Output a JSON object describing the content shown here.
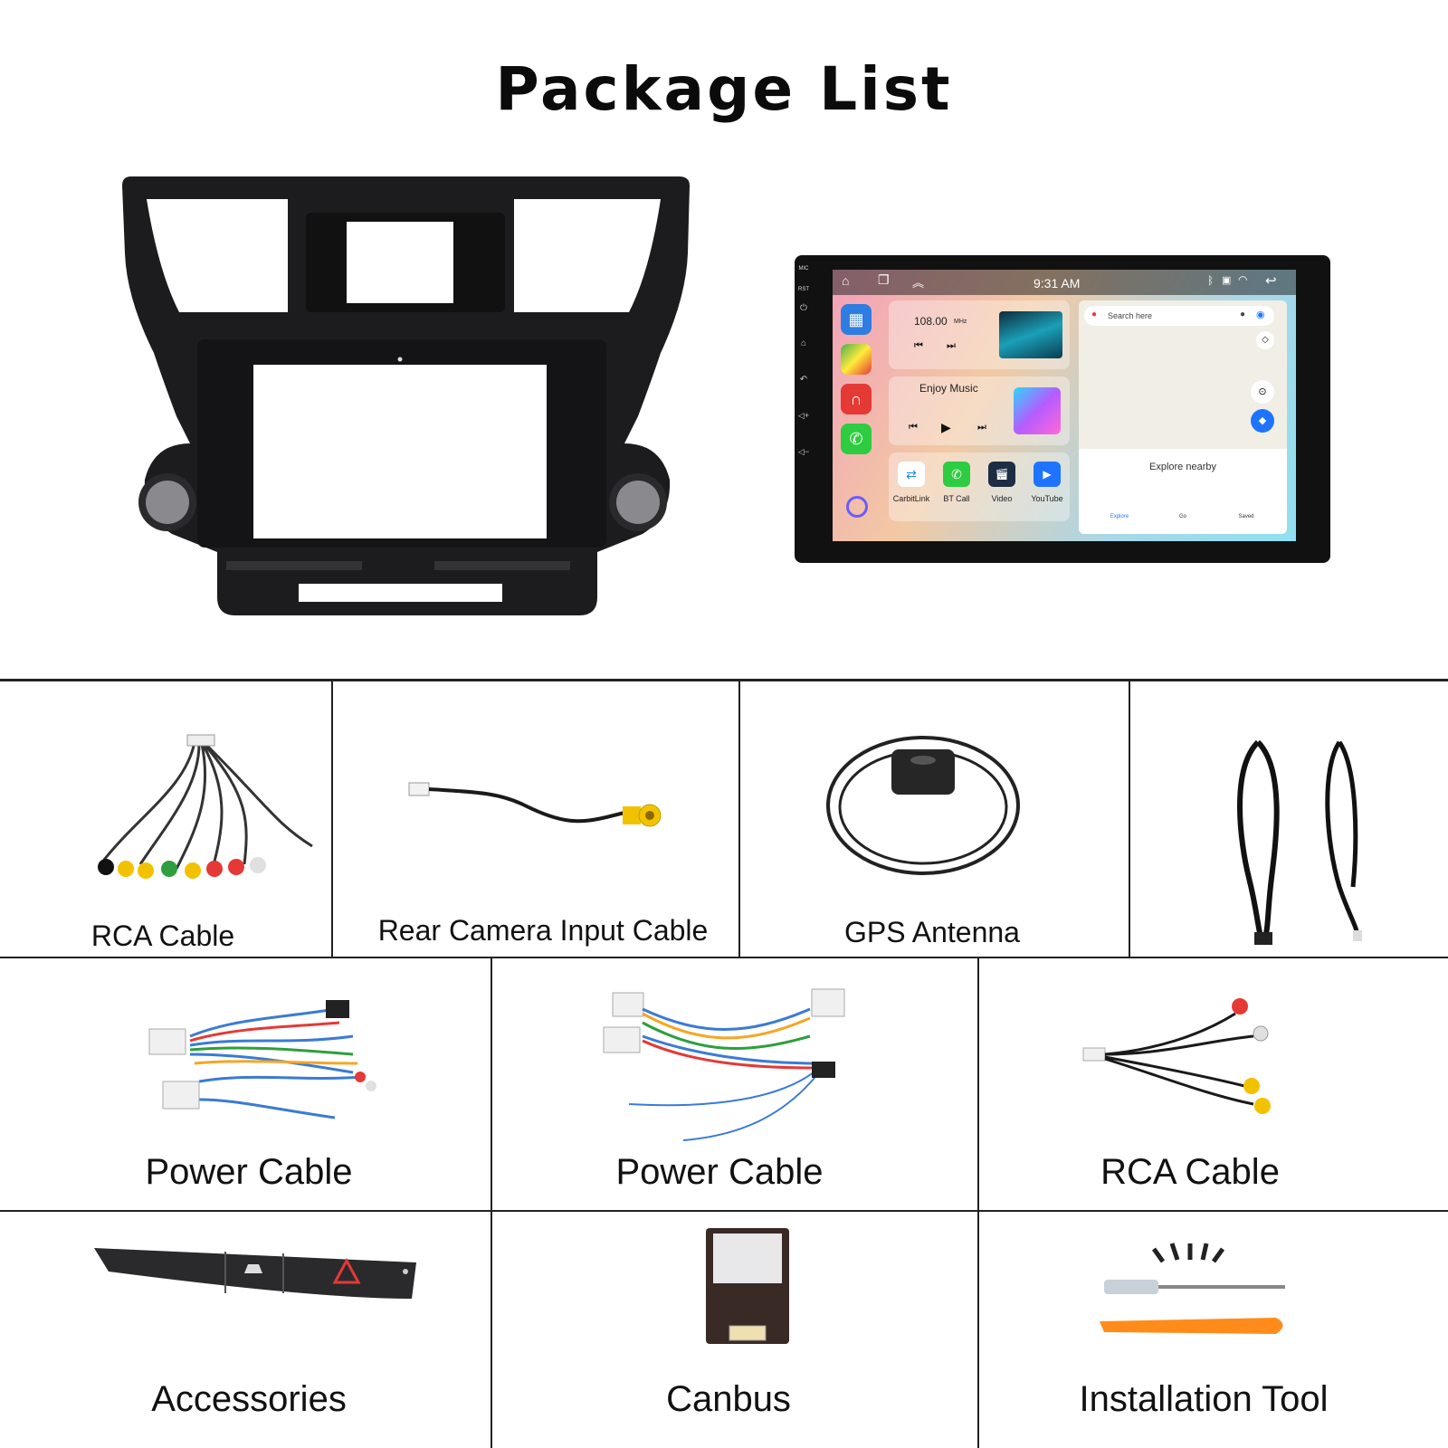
{
  "title": "Package List",
  "screen": {
    "side_labels": [
      "MIC",
      "RST"
    ],
    "clock": "9:31 AM",
    "radio_freq": "108.00",
    "radio_unit": "MHz",
    "music_label": "Enjoy Music",
    "apps": [
      "CarbitLink",
      "BT Call",
      "Video",
      "YouTube"
    ],
    "search_placeholder": "Search here",
    "explore_label": "Explore nearby",
    "map_tabs": [
      "Explore",
      "Go",
      "Saved"
    ]
  },
  "row1": [
    "RCA Cable",
    "Rear Camera Input Cable",
    "GPS Antenna",
    ""
  ],
  "row2": [
    "Power Cable",
    "Power Cable",
    "RCA Cable"
  ],
  "row3": [
    "Accessories",
    "Canbus",
    "Installation Tool"
  ]
}
